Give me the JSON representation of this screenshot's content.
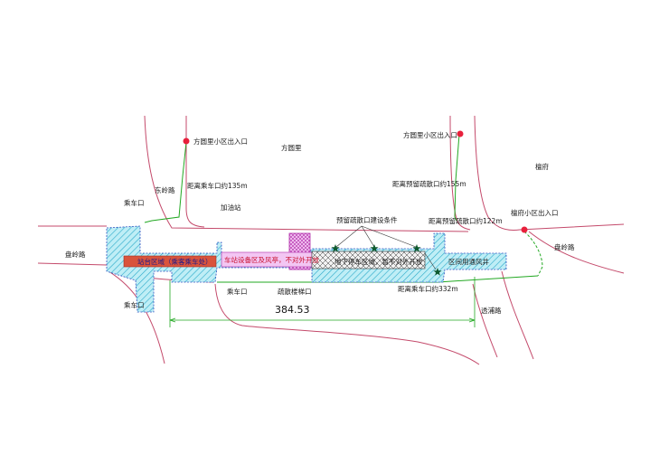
{
  "labels": {
    "fangyuanli_exit_left": "方圆里小区出入口",
    "fangyuanli": "方圆里",
    "fangyuanli_exit_right": "方圆里小区出入口",
    "tanfu": "檀府",
    "dongling_road": "东岭路",
    "dist_135": "距离乘车口约135m",
    "gas_station": "加油站",
    "dist_155": "距离预留疏散口约155m",
    "entrance_top_left": "乘车口",
    "reserved_evac_conditions": "预留疏散口建设条件",
    "dist_122": "距离预留疏散口约122m",
    "tanfu_exit": "檀府小区出入口",
    "panling_road_left": "盘岭路",
    "panling_road_right": "盘岭路",
    "platform_zone": "站台区域（乘客乘车处）",
    "equipment_zone": "车站设备区及风亭，不对外开放",
    "underground_parking": "地下停车区域，暂不对外开放",
    "section_shaft": "区间用通风井",
    "entrance_bottom_left": "乘车口",
    "entrance_bottom_mid": "乘车口",
    "evac_stair": "疏散楼梯口",
    "dist_332": "距离乘车口约332m",
    "toupu_road": "透浦路"
  },
  "dimension": {
    "value": "384.53"
  },
  "colors": {
    "road": "#c44a6b",
    "walk_path": "#22a822",
    "station_hatch": "#3cc4d8",
    "platform_fill": "#d9543c",
    "equipment_fill": "#d98ad9",
    "exit_marker": "#e8203c",
    "star": "#0d5a2e"
  }
}
